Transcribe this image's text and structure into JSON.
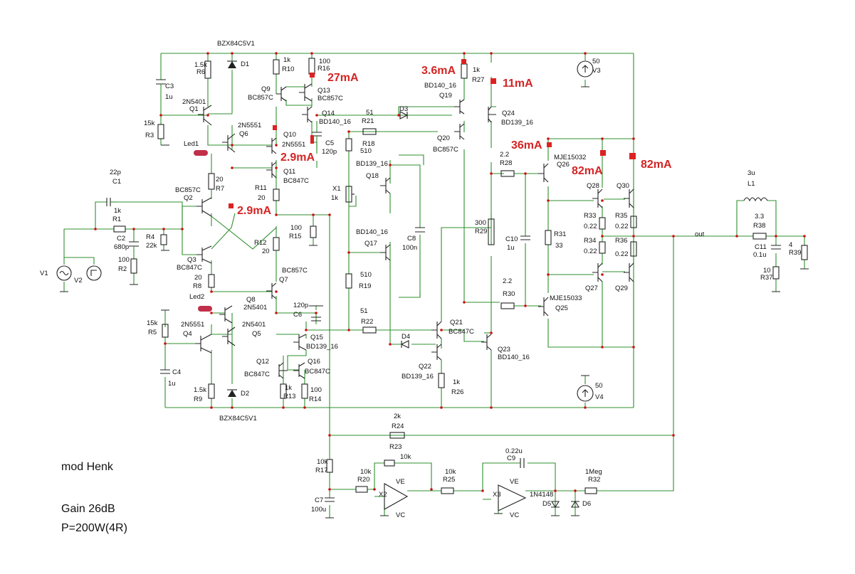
{
  "notes": {
    "mod": "mod Henk",
    "gain": "Gain 26dB",
    "power": "P=200W(4R)"
  },
  "currents": [
    {
      "id": "c27",
      "text": "27mA"
    },
    {
      "id": "c36a",
      "text": "3.6mA"
    },
    {
      "id": "c11",
      "text": "11mA"
    },
    {
      "id": "c29a",
      "text": "2.9mA"
    },
    {
      "id": "c29b",
      "text": "2.9mA"
    },
    {
      "id": "c36b",
      "text": "36mA"
    },
    {
      "id": "c82a",
      "text": "82mA"
    },
    {
      "id": "c82b",
      "text": "82mA"
    }
  ],
  "labels": [
    {
      "id": "BZX1",
      "text": "BZX84C5V1"
    },
    {
      "id": "D1",
      "text": "D1"
    },
    {
      "id": "R6v",
      "text": "1.5k"
    },
    {
      "id": "R6",
      "text": "R6"
    },
    {
      "id": "C3",
      "text": "C3"
    },
    {
      "id": "C3v",
      "text": "1u"
    },
    {
      "id": "Q1t",
      "text": "2N5401"
    },
    {
      "id": "Q1",
      "text": "Q1"
    },
    {
      "id": "R3v",
      "text": "15k"
    },
    {
      "id": "R3",
      "text": "R3"
    },
    {
      "id": "R10v",
      "text": "1k"
    },
    {
      "id": "R10",
      "text": "R10"
    },
    {
      "id": "R16v",
      "text": "100"
    },
    {
      "id": "R16",
      "text": "R16"
    },
    {
      "id": "Q9",
      "text": "Q9"
    },
    {
      "id": "Q9t",
      "text": "BC857C"
    },
    {
      "id": "Q13",
      "text": "Q13"
    },
    {
      "id": "Q13t",
      "text": "BC857C"
    },
    {
      "id": "Q14",
      "text": "Q14"
    },
    {
      "id": "Q14t",
      "text": "BD140_16"
    },
    {
      "id": "Q6t",
      "text": "2N5551"
    },
    {
      "id": "Q6",
      "text": "Q6"
    },
    {
      "id": "Q10",
      "text": "Q10"
    },
    {
      "id": "Q10t",
      "text": "2N5551"
    },
    {
      "id": "C5",
      "text": "C5"
    },
    {
      "id": "C5v",
      "text": "120p"
    },
    {
      "id": "Led1",
      "text": "Led1"
    },
    {
      "id": "Q11",
      "text": "Q11"
    },
    {
      "id": "Q11t",
      "text": "BC847C"
    },
    {
      "id": "R7v",
      "text": "20"
    },
    {
      "id": "R7",
      "text": "R7"
    },
    {
      "id": "R11",
      "text": "R11"
    },
    {
      "id": "R11v",
      "text": "20"
    },
    {
      "id": "C1v",
      "text": "22p"
    },
    {
      "id": "C1",
      "text": "C1"
    },
    {
      "id": "R1v",
      "text": "1k"
    },
    {
      "id": "R1",
      "text": "R1"
    },
    {
      "id": "C2",
      "text": "C2"
    },
    {
      "id": "C2v",
      "text": "680p"
    },
    {
      "id": "R4",
      "text": "R4"
    },
    {
      "id": "R4v",
      "text": "22k"
    },
    {
      "id": "Q2t",
      "text": "BC857C"
    },
    {
      "id": "Q2",
      "text": "Q2"
    },
    {
      "id": "R2v",
      "text": "100"
    },
    {
      "id": "R2",
      "text": "R2"
    },
    {
      "id": "V1",
      "text": "V1"
    },
    {
      "id": "V2",
      "text": "V2"
    },
    {
      "id": "Q3",
      "text": "Q3"
    },
    {
      "id": "Q3t",
      "text": "BC847C"
    },
    {
      "id": "R8v",
      "text": "20"
    },
    {
      "id": "R8",
      "text": "R8"
    },
    {
      "id": "Led2",
      "text": "Led2"
    },
    {
      "id": "R15v",
      "text": "100"
    },
    {
      "id": "R15",
      "text": "R15"
    },
    {
      "id": "R12",
      "text": "R12"
    },
    {
      "id": "R12v",
      "text": "20"
    },
    {
      "id": "Q7t",
      "text": "BC857C"
    },
    {
      "id": "Q7",
      "text": "Q7"
    },
    {
      "id": "Q8",
      "text": "Q8"
    },
    {
      "id": "Q8t",
      "text": "2N5401"
    },
    {
      "id": "C6v",
      "text": "120p"
    },
    {
      "id": "C6",
      "text": "C6"
    },
    {
      "id": "R5v",
      "text": "15k"
    },
    {
      "id": "R5",
      "text": "R5"
    },
    {
      "id": "Q4t",
      "text": "2N5551"
    },
    {
      "id": "Q4",
      "text": "Q4"
    },
    {
      "id": "Q5t",
      "text": "2N5401"
    },
    {
      "id": "Q5",
      "text": "Q5"
    },
    {
      "id": "C4",
      "text": "C4"
    },
    {
      "id": "C4v",
      "text": "1u"
    },
    {
      "id": "R9v",
      "text": "1.5k"
    },
    {
      "id": "R9",
      "text": "R9"
    },
    {
      "id": "D2",
      "text": "D2"
    },
    {
      "id": "BZX2",
      "text": "BZX84C5V1"
    },
    {
      "id": "Q15",
      "text": "Q15"
    },
    {
      "id": "Q15t",
      "text": "BD139_16"
    },
    {
      "id": "Q12",
      "text": "Q12"
    },
    {
      "id": "Q12t",
      "text": "BC847C"
    },
    {
      "id": "Q16",
      "text": "Q16"
    },
    {
      "id": "Q16t",
      "text": "BC847C"
    },
    {
      "id": "R13v",
      "text": "1k"
    },
    {
      "id": "R13",
      "text": "R13"
    },
    {
      "id": "R14v",
      "text": "100"
    },
    {
      "id": "R14",
      "text": "R14"
    },
    {
      "id": "Q19t",
      "text": "BD140_16"
    },
    {
      "id": "Q19",
      "text": "Q19"
    },
    {
      "id": "R27v",
      "text": "1k"
    },
    {
      "id": "R27",
      "text": "R27"
    },
    {
      "id": "D3",
      "text": "D3"
    },
    {
      "id": "R21v",
      "text": "51"
    },
    {
      "id": "R21",
      "text": "R21"
    },
    {
      "id": "Q20",
      "text": "Q20"
    },
    {
      "id": "Q20t",
      "text": "BC857C"
    },
    {
      "id": "R18",
      "text": "R18"
    },
    {
      "id": "R18v",
      "text": "510"
    },
    {
      "id": "Q18t",
      "text": "BD139_16"
    },
    {
      "id": "Q18",
      "text": "Q18"
    },
    {
      "id": "X1",
      "text": "X1"
    },
    {
      "id": "X1v",
      "text": "1k"
    },
    {
      "id": "Q17t",
      "text": "BD140_16"
    },
    {
      "id": "Q17",
      "text": "Q17"
    },
    {
      "id": "C8",
      "text": "C8"
    },
    {
      "id": "C8v",
      "text": "100n"
    },
    {
      "id": "R19v",
      "text": "510"
    },
    {
      "id": "R19",
      "text": "R19"
    },
    {
      "id": "R22v",
      "text": "51"
    },
    {
      "id": "R22",
      "text": "R22"
    },
    {
      "id": "D4",
      "text": "D4"
    },
    {
      "id": "Q21",
      "text": "Q21"
    },
    {
      "id": "Q21t",
      "text": "BC847C"
    },
    {
      "id": "Q22",
      "text": "Q22"
    },
    {
      "id": "Q22t",
      "text": "BD139_16"
    },
    {
      "id": "R26v",
      "text": "1k"
    },
    {
      "id": "R26",
      "text": "R26"
    },
    {
      "id": "Q24",
      "text": "Q24"
    },
    {
      "id": "Q24t",
      "text": "BD139_16"
    },
    {
      "id": "R28v",
      "text": "2.2"
    },
    {
      "id": "R28",
      "text": "R28"
    },
    {
      "id": "R29v",
      "text": "300"
    },
    {
      "id": "R29",
      "text": "R29"
    },
    {
      "id": "C10",
      "text": "C10"
    },
    {
      "id": "C10v",
      "text": "1u"
    },
    {
      "id": "R30v",
      "text": "2.2"
    },
    {
      "id": "R30",
      "text": "R30"
    },
    {
      "id": "Q23",
      "text": "Q23"
    },
    {
      "id": "Q23t",
      "text": "BD140_16"
    },
    {
      "id": "Q26t",
      "text": "MJE15032"
    },
    {
      "id": "Q26",
      "text": "Q26"
    },
    {
      "id": "R31",
      "text": "R31"
    },
    {
      "id": "R31v",
      "text": "33"
    },
    {
      "id": "Q25t",
      "text": "MJE15033"
    },
    {
      "id": "Q25",
      "text": "Q25"
    },
    {
      "id": "V3v",
      "text": "50"
    },
    {
      "id": "V3",
      "text": "V3"
    },
    {
      "id": "V4v",
      "text": "50"
    },
    {
      "id": "V4",
      "text": "V4"
    },
    {
      "id": "Q28",
      "text": "Q28"
    },
    {
      "id": "Q30",
      "text": "Q30"
    },
    {
      "id": "R33",
      "text": "R33"
    },
    {
      "id": "R33v",
      "text": "0.22"
    },
    {
      "id": "R35",
      "text": "R35"
    },
    {
      "id": "R35v",
      "text": "0.22"
    },
    {
      "id": "R34",
      "text": "R34"
    },
    {
      "id": "R34v",
      "text": "0.22"
    },
    {
      "id": "R36",
      "text": "R36"
    },
    {
      "id": "R36v",
      "text": "0.22"
    },
    {
      "id": "Q27",
      "text": "Q27"
    },
    {
      "id": "Q29",
      "text": "Q29"
    },
    {
      "id": "out",
      "text": "out"
    },
    {
      "id": "L1v",
      "text": "3u"
    },
    {
      "id": "L1",
      "text": "L1"
    },
    {
      "id": "R38v",
      "text": "3.3"
    },
    {
      "id": "R38",
      "text": "R38"
    },
    {
      "id": "C11",
      "text": "C11"
    },
    {
      "id": "C11v",
      "text": "0.1u"
    },
    {
      "id": "R37v",
      "text": "10"
    },
    {
      "id": "R37",
      "text": "R37"
    },
    {
      "id": "R39v",
      "text": "4"
    },
    {
      "id": "R39",
      "text": "R39"
    },
    {
      "id": "R24v",
      "text": "2k"
    },
    {
      "id": "R24",
      "text": "R24"
    },
    {
      "id": "R23",
      "text": "R23"
    },
    {
      "id": "R23v",
      "text": "10k"
    },
    {
      "id": "R17v",
      "text": "10k"
    },
    {
      "id": "R17",
      "text": "R17"
    },
    {
      "id": "C7",
      "text": "C7"
    },
    {
      "id": "C7v",
      "text": "100u"
    },
    {
      "id": "R20v",
      "text": "10k"
    },
    {
      "id": "R20",
      "text": "R20"
    },
    {
      "id": "X2",
      "text": "X2"
    },
    {
      "id": "VE2",
      "text": "VE"
    },
    {
      "id": "VC2",
      "text": "VC"
    },
    {
      "id": "R25v",
      "text": "10k"
    },
    {
      "id": "R25",
      "text": "R25"
    },
    {
      "id": "C9v",
      "text": "0.22u"
    },
    {
      "id": "C9",
      "text": "C9"
    },
    {
      "id": "X3",
      "text": "X3"
    },
    {
      "id": "VE3",
      "text": "VE"
    },
    {
      "id": "VC3",
      "text": "VC"
    },
    {
      "id": "D5t",
      "text": "1N4148"
    },
    {
      "id": "D5",
      "text": "D5"
    },
    {
      "id": "D6",
      "text": "D6"
    },
    {
      "id": "R32v",
      "text": "1Meg"
    },
    {
      "id": "R32",
      "text": "R32"
    }
  ]
}
